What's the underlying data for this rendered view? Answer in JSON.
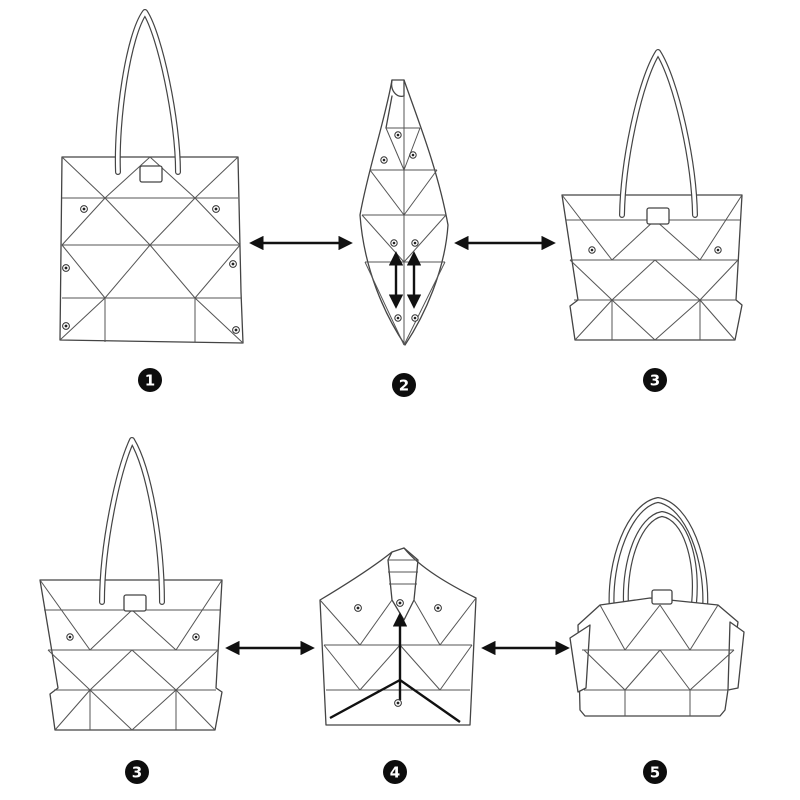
{
  "steps": [
    {
      "id": "bag-flat",
      "number": "1"
    },
    {
      "id": "bag-folded-side",
      "number": "2"
    },
    {
      "id": "bag-tote-top",
      "number": "3"
    },
    {
      "id": "bag-tote-bottom",
      "number": "3"
    },
    {
      "id": "bag-folded-front",
      "number": "4"
    },
    {
      "id": "bag-handbag",
      "number": "5"
    }
  ],
  "colors": {
    "line": "#444444",
    "badge": "#0d0d0d",
    "badge_text": "#ffffff",
    "arrow": "#111111"
  },
  "icons": [
    "double-headed-arrow",
    "snap-button",
    "step-number-badge"
  ]
}
